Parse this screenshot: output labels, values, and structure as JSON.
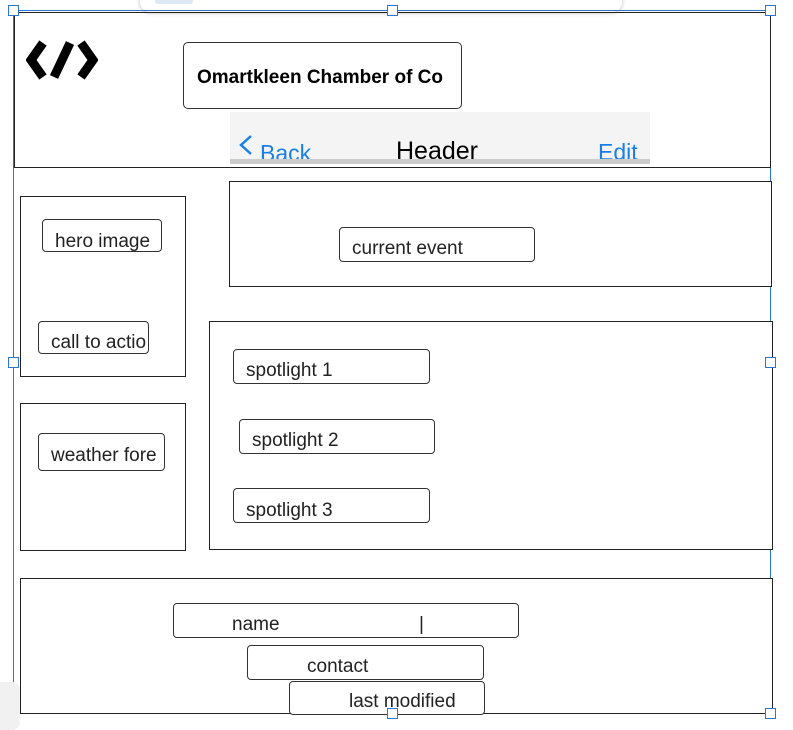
{
  "header": {
    "title_box": "Omartkleen Chamber of Co",
    "navbar": {
      "back_label": "Back",
      "title": "Header",
      "edit_label": "Edit"
    }
  },
  "sidebar": {
    "hero_image": "hero image",
    "call_to_action": "call to actio",
    "weather": "weather fore"
  },
  "main": {
    "current_event": "current event",
    "spotlights": [
      "spotlight 1",
      "spotlight 2",
      "spotlight 3"
    ]
  },
  "footer": {
    "name": "name",
    "cursor": "|",
    "contact": "contact",
    "last_modified": "last modified"
  },
  "colors": {
    "selection": "#2a76d2",
    "nav_link": "#1a7fe6",
    "nav_bg": "#f4f4f4"
  },
  "icons": {
    "logo": "code-brackets-icon",
    "back": "chevron-left-icon"
  }
}
